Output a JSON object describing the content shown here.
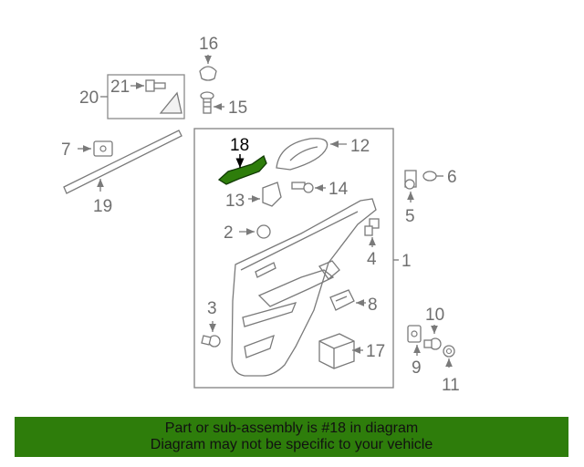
{
  "callouts": {
    "c1": "1",
    "c2": "2",
    "c3": "3",
    "c4": "4",
    "c5": "5",
    "c6": "6",
    "c7": "7",
    "c8": "8",
    "c9": "9",
    "c10": "10",
    "c11": "11",
    "c12": "12",
    "c13": "13",
    "c14": "14",
    "c15": "15",
    "c16": "16",
    "c17": "17",
    "c18": "18",
    "c19": "19",
    "c20": "20",
    "c21": "21"
  },
  "highlight": {
    "part_number": "18",
    "color": "#2e7d0b"
  },
  "banner": {
    "line1": "Part or sub-assembly is #18 in diagram",
    "line2": "Diagram may not be specific to your vehicle",
    "background": "#2e7d0b"
  }
}
